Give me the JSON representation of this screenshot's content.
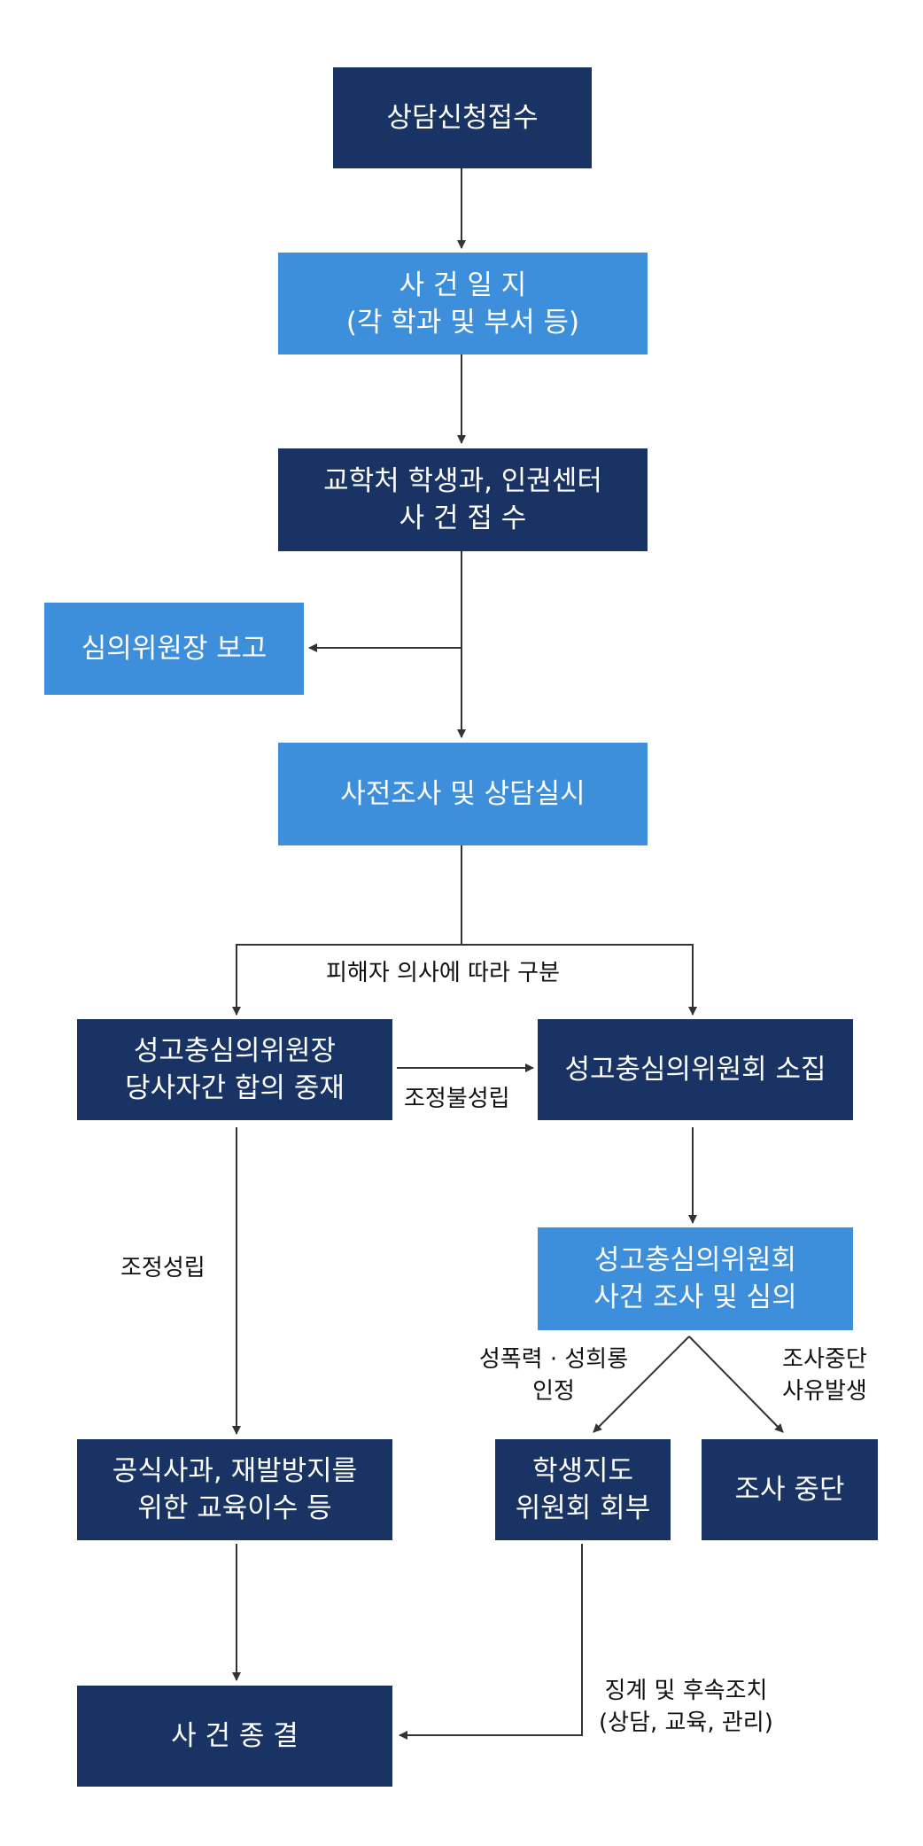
{
  "nodes": {
    "intake": [
      "상담신청접수"
    ],
    "incident_log": [
      "사 건 일 지",
      "(각 학과 및 부서 등)"
    ],
    "receipt": [
      "교학처 학생과, 인권센터",
      "사 건 접 수"
    ],
    "report": [
      "심의위원장 보고"
    ],
    "pre_investigation": [
      "사전조사 및 상담실시"
    ],
    "mediation": [
      "성고충심의위원장",
      "당사자간 합의 중재"
    ],
    "committee_convene": [
      "성고충심의위원회 소집"
    ],
    "committee_review": [
      "성고충심의위원회",
      "사건 조사 및 심의"
    ],
    "apology": [
      "공식사과, 재발방지를",
      "위한 교육이수 등"
    ],
    "student_committee": [
      "학생지도",
      "위원회 회부"
    ],
    "halt": [
      "조사 중단"
    ],
    "closure": [
      "사 건 종 결"
    ]
  },
  "labels": {
    "split": [
      "피해자 의사에 따라 구분"
    ],
    "mediation_failed": [
      "조정불성립"
    ],
    "mediation_success": [
      "조정성립"
    ],
    "recognized": [
      "성폭력 · 성희롱",
      "인정"
    ],
    "halt_reason": [
      "조사중단",
      "사유발생"
    ],
    "followup": [
      "징계 및 후속조치",
      "(상담, 교육, 관리)"
    ]
  },
  "colors": {
    "dark": "#183364",
    "light": "#3d8fdb",
    "line": "#333333"
  }
}
